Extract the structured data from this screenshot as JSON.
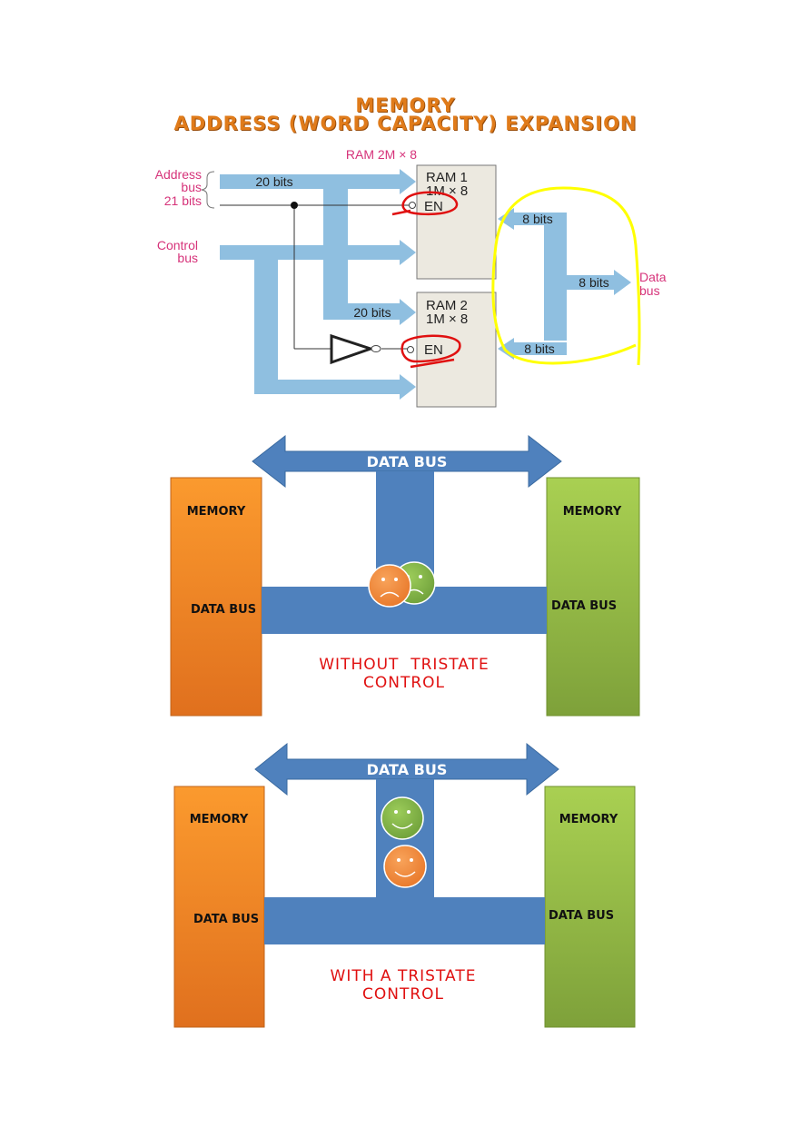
{
  "section1": {
    "title_line1": "MEMORY",
    "title_line2": "ADDRESS (WORD CAPACITY) EXPANSION",
    "ram_total": "RAM 2M × 8",
    "address_bus_label": [
      "Address",
      "bus",
      "21 bits"
    ],
    "control_bus_label": [
      "Control",
      "bus"
    ],
    "data_bus_label": [
      "Data",
      "bus"
    ],
    "ram1": {
      "name": "RAM 1",
      "size": "1M × 8",
      "enable": "EN"
    },
    "ram2": {
      "name": "RAM 2",
      "size": "1M × 8",
      "enable": "EN"
    },
    "bits_20_top": "20 bits",
    "bits_20_bottom": "20 bits",
    "bits_8_ram1": "8 bits",
    "bits_8_ram2": "8 bits",
    "bits_8_out": "8 bits",
    "colors": {
      "bus": "#8fbfe0",
      "ram_box": "#ece9e0",
      "label": "#d6337a",
      "highlight": "#ffff00",
      "enable_mark": "#e01010"
    }
  },
  "section2": {
    "data_bus": "DATA BUS",
    "left_memory": "MEMORY",
    "left_data_bus": "DATA BUS",
    "right_memory": "MEMORY",
    "right_data_bus": "DATA BUS",
    "caption_line1": "WITHOUT  TRISTATE",
    "caption_line2": "CONTROL",
    "faces": [
      "sad-orange",
      "sad-green"
    ]
  },
  "section3": {
    "data_bus": "DATA BUS",
    "left_memory": "MEMORY",
    "left_data_bus": "DATA BUS",
    "right_memory": "MEMORY",
    "right_data_bus": "DATA BUS",
    "caption_line1": "WITH A TRISTATE",
    "caption_line2": "CONTROL",
    "faces": [
      "happy-green",
      "happy-orange"
    ]
  },
  "colors": {
    "bus_blue": "#4f81bd",
    "memory_orange": "#f7931e",
    "memory_green": "#9bc94b",
    "caption_red": "#e01010",
    "title_orange": "#e07b1a"
  }
}
